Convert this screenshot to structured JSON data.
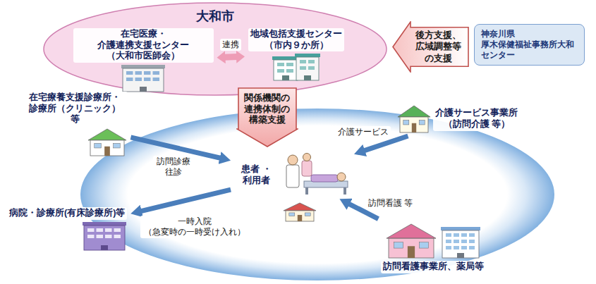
{
  "diagram": {
    "nodes": [
      {
        "text": [
          "大和市"
        ]
      },
      {
        "text": [
          "在宅医療・介護連携支援センター （大和市医師会）"
        ],
        "in": 0
      },
      {
        "text": [
          "地域包括支援センター （市内９か所）"
        ],
        "in": 0
      },
      {
        "text": [
          "後方支援、 広域調整等 の支援"
        ]
      },
      {
        "text": [
          "神奈川県 厚木保健福祉事務所大和 センター"
        ]
      },
      {
        "text": [
          "関係機関の 連携体制の 構築支援"
        ]
      },
      {
        "text": [
          "在宅療養支援診療所・ 診療所（クリニック）等"
        ]
      },
      {
        "text": [
          "介護サービス事業所 （訪問介護 等）"
        ]
      },
      {
        "text": [
          "患者 ・利用者"
        ]
      },
      {
        "text": [
          "病院・診療所(有床診療所)等"
        ]
      },
      {
        "text": [
          "訪問看護事業所、薬局等"
        ]
      }
    ],
    "edges": [
      {
        "from": 1,
        "to": 2,
        "arrow": "both",
        "label": "連携"
      },
      {
        "from": 6,
        "to": 8,
        "arrow": "to",
        "label": "訪問診療 往診"
      },
      {
        "from": 7,
        "to": 8,
        "arrow": "to",
        "label": "介護サービス"
      },
      {
        "from": 10,
        "to": 8,
        "arrow": "to",
        "label": "訪問看護 等"
      },
      {
        "from": 8,
        "to": 9,
        "arrow": "to",
        "label": "一時入院 （急変時の一時受け入れ）"
      }
    ]
  }
}
